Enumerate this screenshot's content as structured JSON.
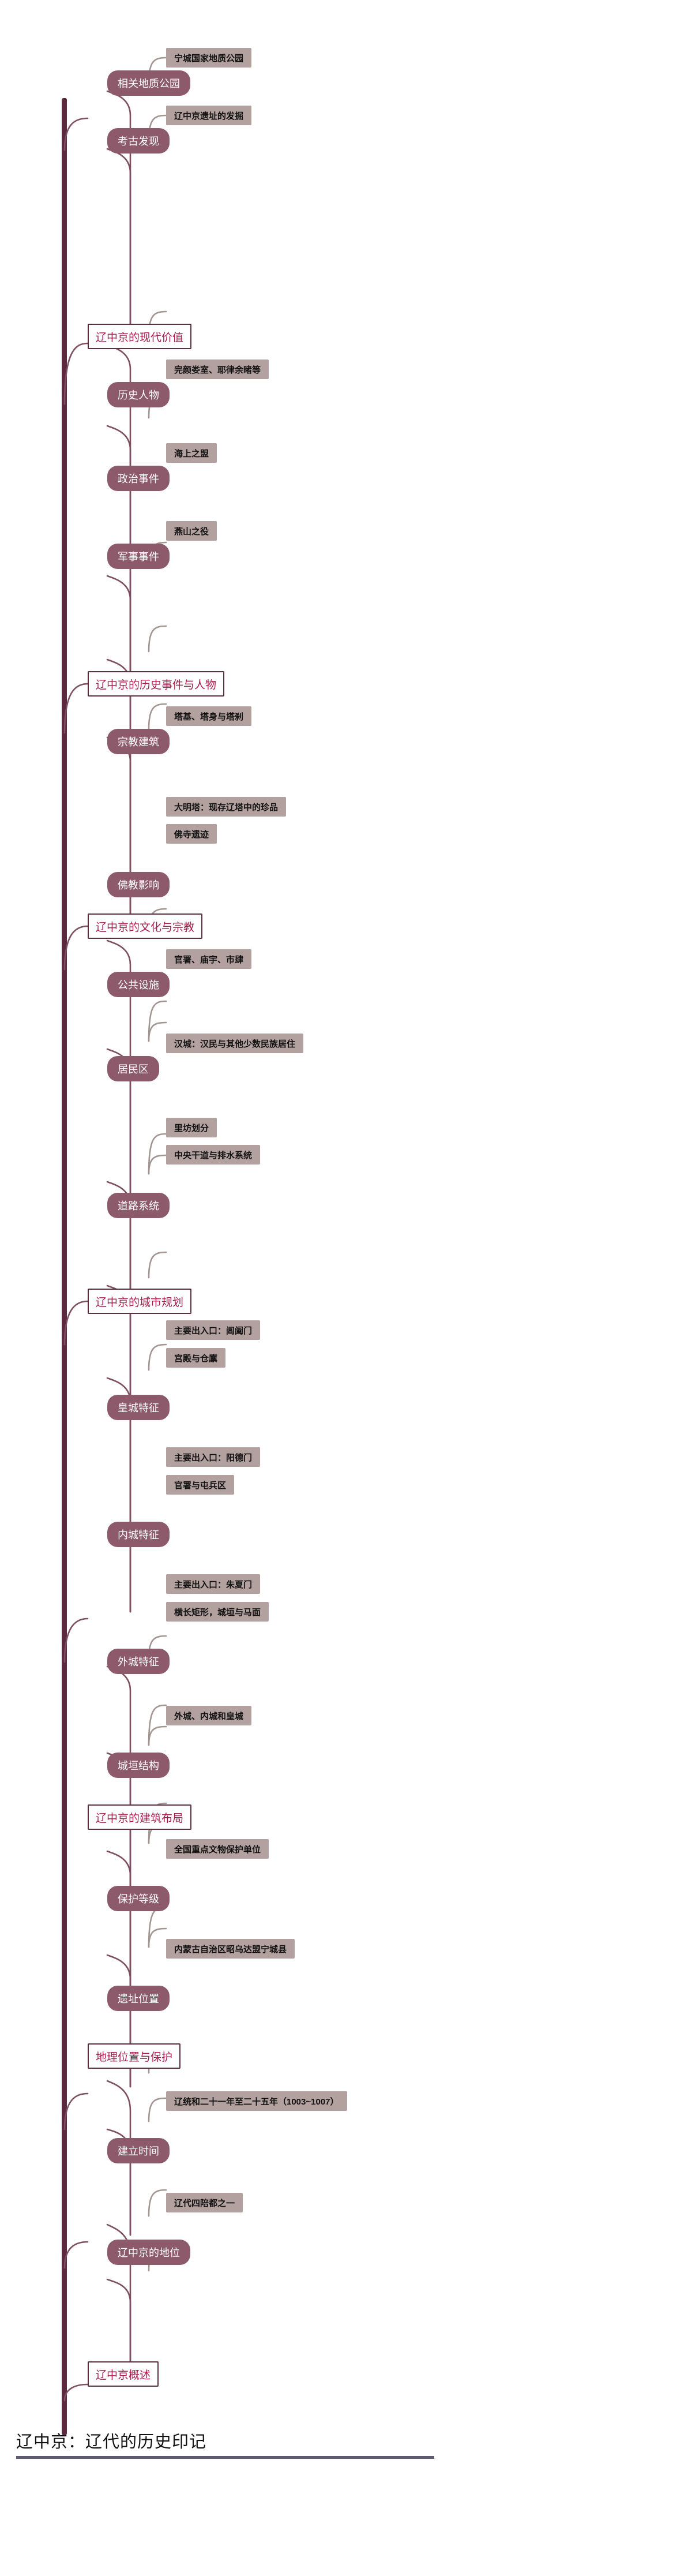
{
  "title": "辽中京：辽代的历史印记",
  "colors": {
    "root_spine": "#5b2a3e",
    "level1_border": "#5b3040",
    "level1_text": "#a81c4a",
    "level2_fill": "#8d5a6b",
    "level2_text": "#ffffff",
    "level3_fill": "#b3a19f",
    "level3_text": "#111111",
    "title_rule": "#5e5a6e",
    "edge_level2": "#7d4f60",
    "edge_level3": "#a39591"
  },
  "chart_data": {
    "type": "tree",
    "title": "辽中京：辽代的历史印记",
    "orientation": "bottom-up-left-spine",
    "branches": [
      {
        "label": "辽中京的现代价值",
        "children": [
          {
            "label": "相关地质公园",
            "children": [
              {
                "label": "宁城国家地质公园"
              }
            ]
          },
          {
            "label": "考古发现",
            "children": [
              {
                "label": "辽中京遗址的发掘"
              }
            ]
          }
        ]
      },
      {
        "label": "辽中京的历史事件与人物",
        "children": [
          {
            "label": "历史人物",
            "children": [
              {
                "label": "完颜娄室、耶律余睹等"
              }
            ]
          },
          {
            "label": "政治事件",
            "children": [
              {
                "label": "海上之盟"
              }
            ]
          },
          {
            "label": "军事事件",
            "children": [
              {
                "label": "燕山之役"
              }
            ]
          }
        ]
      },
      {
        "label": "辽中京的文化与宗教",
        "children": [
          {
            "label": "宗教建筑",
            "children": [
              {
                "label": "塔基、塔身与塔刹"
              }
            ]
          },
          {
            "label": "佛教影响",
            "children": [
              {
                "label": "大明塔：现存辽塔中的珍品"
              },
              {
                "label": "佛寺遗迹"
              }
            ]
          }
        ]
      },
      {
        "label": "辽中京的城市规划",
        "children": [
          {
            "label": "公共设施",
            "children": [
              {
                "label": "官署、庙宇、市肆"
              }
            ]
          },
          {
            "label": "居民区",
            "children": [
              {
                "label": "汉城：汉民与其他少数民族居住"
              }
            ]
          },
          {
            "label": "道路系统",
            "children": [
              {
                "label": "里坊划分"
              },
              {
                "label": "中央干道与排水系统"
              }
            ]
          }
        ]
      },
      {
        "label": "辽中京的建筑布局",
        "children": [
          {
            "label": "皇城特征",
            "children": [
              {
                "label": "主要出入口：阊阖门"
              },
              {
                "label": "宫殿与仓廪"
              }
            ]
          },
          {
            "label": "内城特征",
            "children": [
              {
                "label": "主要出入口：阳德门"
              },
              {
                "label": "官署与屯兵区"
              }
            ]
          },
          {
            "label": "外城特征",
            "children": [
              {
                "label": "主要出入口：朱夏门"
              },
              {
                "label": "横长矩形，城垣与马面"
              }
            ]
          },
          {
            "label": "城垣结构",
            "children": [
              {
                "label": "外城、内城和皇城"
              }
            ]
          }
        ]
      },
      {
        "label": "地理位置与保护",
        "children": [
          {
            "label": "保护等级",
            "children": [
              {
                "label": "全国重点文物保护单位"
              }
            ]
          },
          {
            "label": "遗址位置",
            "children": [
              {
                "label": "内蒙古自治区昭乌达盟宁城县"
              }
            ]
          }
        ]
      },
      {
        "label": "辽中京概述",
        "children": [
          {
            "label": "建立时间",
            "children": [
              {
                "label": "辽统和二十一年至二十五年（1003~1007）"
              }
            ]
          },
          {
            "label": "辽中京的地位",
            "children": [
              {
                "label": "辽代四陪都之一"
              }
            ]
          }
        ]
      }
    ]
  },
  "nodes": {
    "l1_modern_value": "辽中京的现代价值",
    "l2_geopark": "相关地质公园",
    "l3_ningcheng_geopark": "宁城国家地质公园",
    "l2_archaeology": "考古发现",
    "l3_excavation": "辽中京遗址的发掘",
    "l1_events_people": "辽中京的历史事件与人物",
    "l2_figures": "历史人物",
    "l3_figures_detail": "完颜娄室、耶律余睹等",
    "l2_political": "政治事件",
    "l3_haishang": "海上之盟",
    "l2_military": "军事事件",
    "l3_yanshan": "燕山之役",
    "l1_culture_religion": "辽中京的文化与宗教",
    "l2_religious_arch": "宗教建筑",
    "l3_pagoda_parts": "塔基、塔身与塔刹",
    "l2_buddhism": "佛教影响",
    "l3_damingta": "大明塔：现存辽塔中的珍品",
    "l3_temple_ruins": "佛寺遗迹",
    "l1_city_planning": "辽中京的城市规划",
    "l2_public_facilities": "公共设施",
    "l3_offices_temples_markets": "官署、庙宇、市肆",
    "l2_residential": "居民区",
    "l3_hancheng": "汉城：汉民与其他少数民族居住",
    "l2_road_system": "道路系统",
    "l3_lifang": "里坊划分",
    "l3_main_road_drainage": "中央干道与排水系统",
    "l1_architecture": "辽中京的建筑布局",
    "l2_imperial_city": "皇城特征",
    "l3_changhe_gate": "主要出入口：阊阖门",
    "l3_palace_granary": "宫殿与仓廪",
    "l2_inner_city": "内城特征",
    "l3_yangde_gate": "主要出入口：阳德门",
    "l3_offices_garrison": "官署与屯兵区",
    "l2_outer_city": "外城特征",
    "l3_zhuxia_gate": "主要出入口：朱夏门",
    "l3_rect_wall_mamian": "横长矩形，城垣与马面",
    "l2_wall_structure": "城垣结构",
    "l3_three_cities": "外城、内城和皇城",
    "l1_geo_protection": "地理位置与保护",
    "l2_protection_level": "保护等级",
    "l3_national_unit": "全国重点文物保护单位",
    "l2_site_location": "遗址位置",
    "l3_neimenggu": "内蒙古自治区昭乌达盟宁城县",
    "l1_overview": "辽中京概述",
    "l2_founding_time": "建立时间",
    "l3_tonghe_years": "辽统和二十一年至二十五年（1003~1007）",
    "l2_status": "辽中京的地位",
    "l3_four_capitals": "辽代四陪都之一"
  }
}
